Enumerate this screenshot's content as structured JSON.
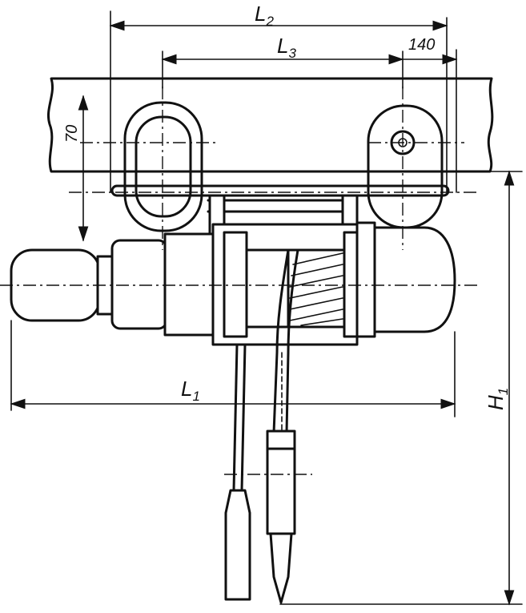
{
  "dimensions": {
    "L2": {
      "symbol": "L",
      "sub": "2"
    },
    "L3": {
      "symbol": "L",
      "sub": "3"
    },
    "L1": {
      "symbol": "L",
      "sub": "1"
    },
    "H1": {
      "symbol": "H",
      "sub": "1"
    },
    "d140": "140",
    "d70": "70"
  }
}
